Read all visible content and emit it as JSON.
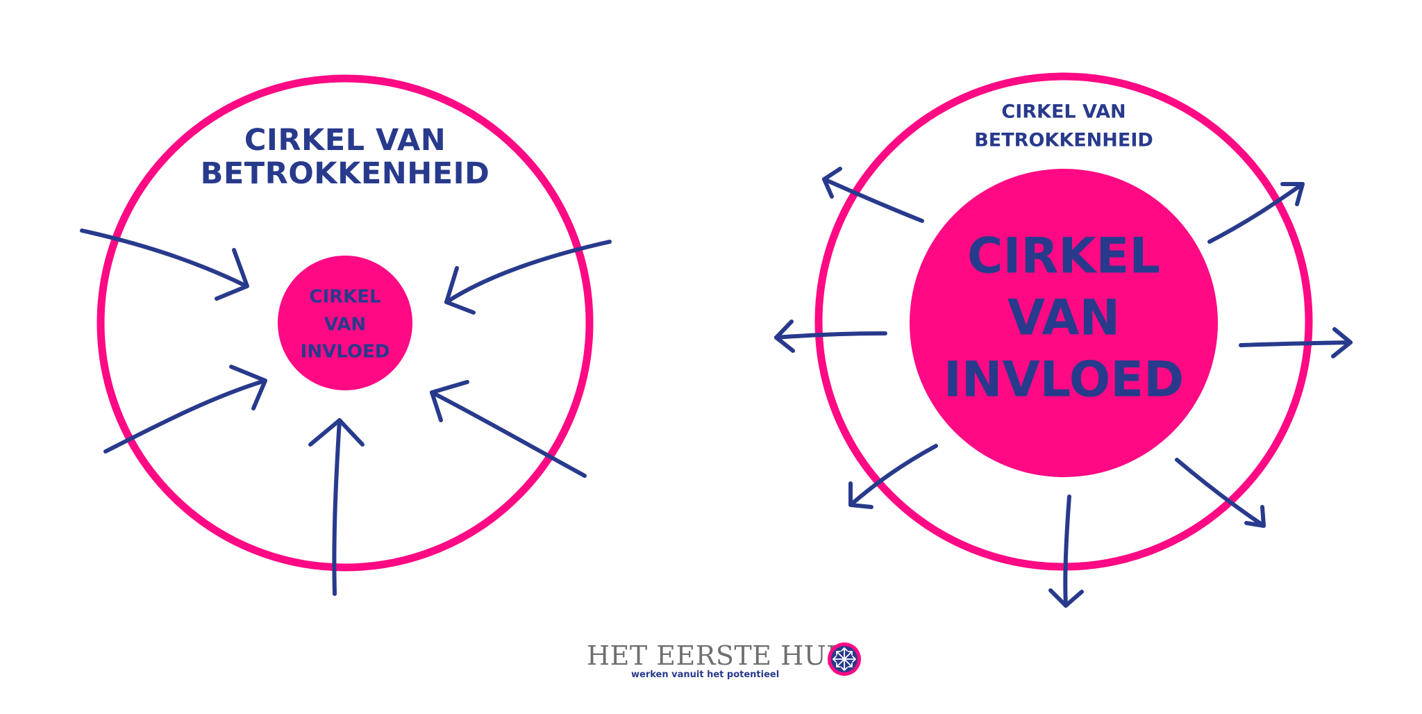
{
  "colors": {
    "pink": "#ff0a84",
    "navy": "#283a8c",
    "brand_gray": "#6f6f6f",
    "white": "#ffffff"
  },
  "left_diagram": {
    "outer_label": [
      "CIRKEL VAN",
      "BETROKKENHEID"
    ],
    "inner_label": [
      "CIRKEL",
      "VAN",
      "INVLOED"
    ],
    "arrow_direction": "inward"
  },
  "right_diagram": {
    "outer_label": [
      "CIRKEL VAN",
      "BETROKKENHEID"
    ],
    "inner_label": [
      "CIRKEL",
      "VAN",
      "INVLOED"
    ],
    "arrow_direction": "outward"
  },
  "brand": {
    "name": "HET EERSTE HUIS",
    "tagline": "werken vanuit het potentieel",
    "logo_icon": "compass-arrows-icon"
  }
}
